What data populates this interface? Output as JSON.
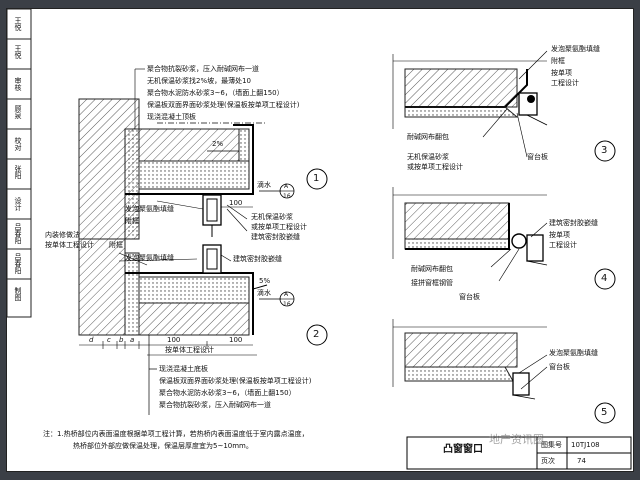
{
  "side_column": {
    "cells": [
      "王悦",
      "王悦",
      "审核",
      "顾泉",
      "校对",
      "张阳",
      "设计",
      "吕春阳",
      "吕春阳",
      "制图"
    ]
  },
  "fig1": {
    "leaders": [
      "聚合物抗裂砂浆，压入耐碱网布一道",
      "无机保温砂浆找2%坡，最薄处10",
      "聚合物水泥防水砂浆3~6，（墙面上翻150）",
      "保温板双面界面砂浆处理(保温板按单项工程设计)",
      "现浇混凝土顶板"
    ],
    "slope": "2%",
    "drip": "滴水",
    "drip_ref": [
      "A",
      "16"
    ],
    "num": "1",
    "right_labels": [
      "无机保温砂浆",
      "或按单项工程设计",
      "建筑密封胶嵌缝"
    ],
    "left_labels": [
      "发泡聚氨酯填缝",
      "附框"
    ],
    "dim_100": "100"
  },
  "fig2": {
    "insul_note": [
      "内装修做法",
      "按单体工程设计"
    ],
    "left_labels": [
      "附框",
      "发泡聚氨酯填缝"
    ],
    "right_labels": [
      "建筑密封胶嵌缝"
    ],
    "slope": "5%",
    "drip": "滴水",
    "drip_ref": [
      "A",
      "16"
    ],
    "num": "2",
    "dims": [
      "d",
      "c",
      "b",
      "a",
      "100",
      "100"
    ],
    "bottom_title": "按单体工程设计",
    "leaders": [
      "现浇混凝土底板",
      "保温板双面界面砂浆处理(保温板按单项工程设计)",
      "聚合物水泥防水砂浆3~6，（墙面上翻150）",
      "聚合物抗裂砂浆，压入耐碱网布一道"
    ]
  },
  "fig3": {
    "labels_top": [
      "发泡聚氨酯填缝",
      "附框",
      "按单项",
      "工程设计"
    ],
    "labels_bottom": [
      "耐碱网布翻包",
      "无机保温砂浆",
      "或按单项工程设计",
      "窗台板"
    ],
    "num": "3"
  },
  "fig4": {
    "labels_right": [
      "建筑密封胶嵌缝",
      "按单项",
      "工程设计"
    ],
    "labels_bottom": [
      "耐碱网布翻包",
      "接拼窗框钢管",
      "窗台板"
    ],
    "num": "4"
  },
  "fig5": {
    "labels_right": [
      "发泡聚氨酯填缝",
      "窗台板"
    ],
    "num": "5"
  },
  "notes": [
    "注：1.热桥部位内表面温度根据单项工程计算，若热桥内表面温度低于室内露点温度，",
    "热桥部位外部应做保温处理，保温层厚度宜为5~10mm。"
  ],
  "title_block": {
    "title": "凸窗窗口",
    "atlas_label": "图集号",
    "atlas_no": "10TJ108",
    "page_label": "页次",
    "page_no": "74"
  },
  "watermark": "地产资讯圈"
}
